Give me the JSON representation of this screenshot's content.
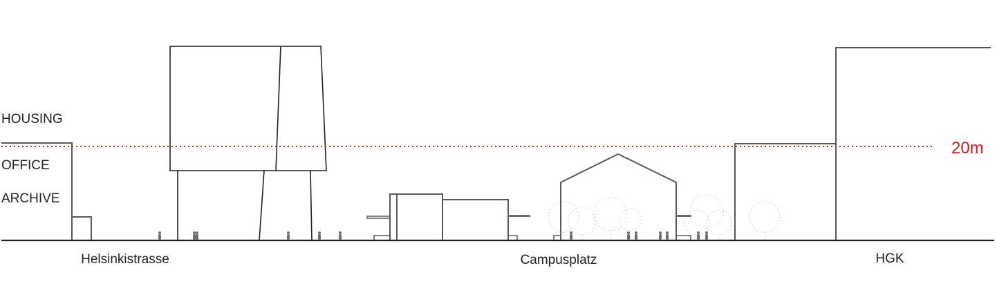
{
  "zones": {
    "housing": "HOUSING",
    "office": "OFFICE",
    "archive": "ARCHIVE"
  },
  "height_marker": {
    "label": "20m",
    "color": "#d71a1a"
  },
  "locations": {
    "left": "Helsinkistrasse",
    "center": "Campusplatz",
    "right": "HGK"
  }
}
